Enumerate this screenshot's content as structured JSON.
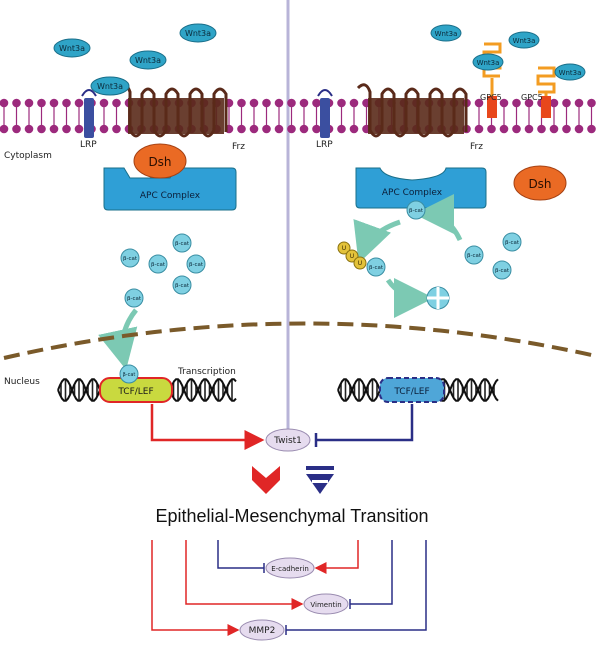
{
  "wnt": "Wnt3a",
  "lrp": "LRP",
  "frz": "Frz",
  "gpc5": "GPC5",
  "dsh": "Dsh",
  "apc": "APC Complex",
  "bcat": "β-cat",
  "ub": "U",
  "tcf": "TCF/LEF",
  "transcription": "Transcription",
  "cytoplasm": "Cytoplasm",
  "nucleus": "Nucleus",
  "twist": "Twist1",
  "emt": "Epithelial-Mesenchymal Transition",
  "ecad": "E-cadherin",
  "vim": "Vimentin",
  "mmp": "MMP2",
  "colors": {
    "membrane_head": "#9c2a7d",
    "receptor_frz": "#5a2a1a",
    "lrp": "#3b4fa0",
    "ligand": "#2fa4c7",
    "apc": "#2f9fd6",
    "dsh": "#ea6a24",
    "bcat": "#7fd0e2",
    "tcf_active": "#c9d93f",
    "tcf_inactive": "#4fa6d8",
    "activate_red": "#e02626",
    "inhibit_blue": "#2a2e86",
    "nucleus_membrane": "#7a5a2a",
    "gpc5": "#f39c22",
    "target_oval": "#e6dcef"
  }
}
